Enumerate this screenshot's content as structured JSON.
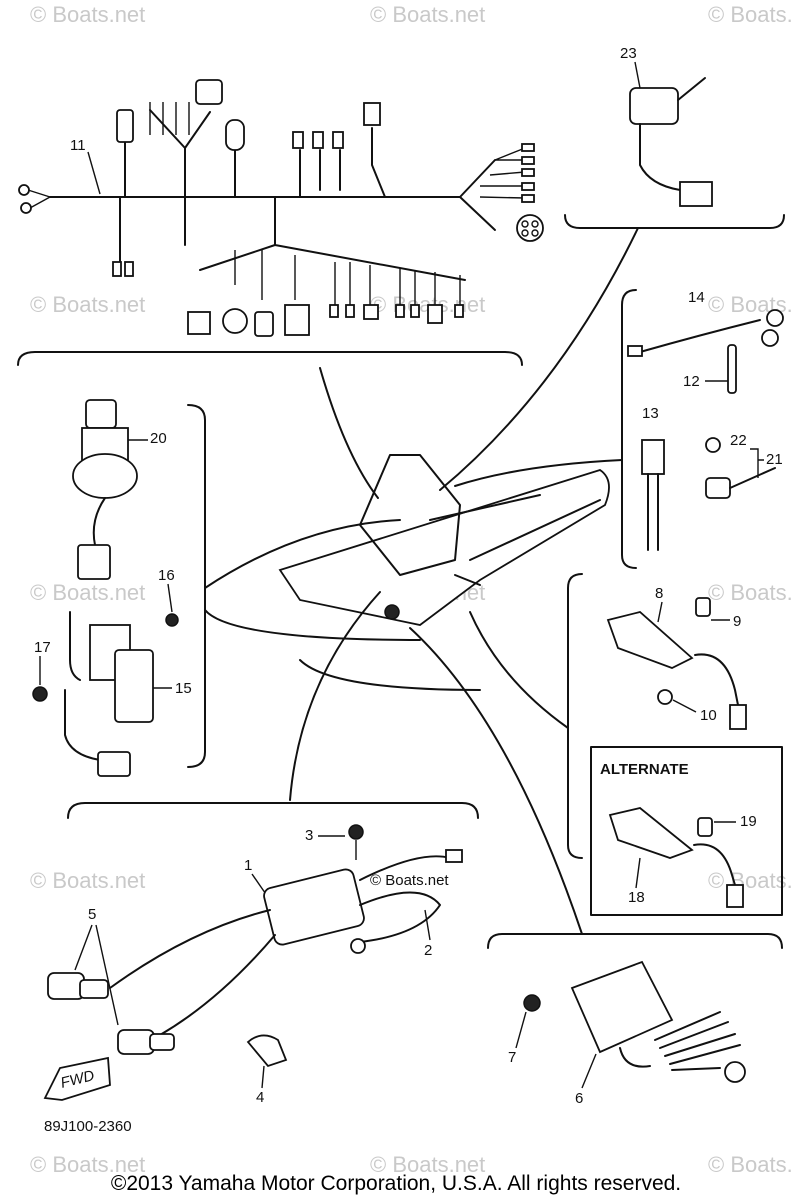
{
  "watermark": "© Boats.net",
  "watermark_center": "© Boats.net",
  "alternate_label": "ALTERNATE",
  "diagram_code": "89J100-2360",
  "fwd_label": "FWD",
  "copyright": "©2013 Yamaha Motor Corporation, U.S.A. All rights reserved.",
  "callouts": {
    "c1": "1",
    "c2": "2",
    "c3": "3",
    "c4": "4",
    "c5": "5",
    "c6": "6",
    "c7": "7",
    "c8": "8",
    "c9": "9",
    "c10": "10",
    "c11": "11",
    "c12": "12",
    "c13": "13",
    "c14": "14",
    "c15": "15",
    "c16": "16",
    "c17": "17",
    "c18": "18",
    "c19": "19",
    "c20": "20",
    "c21": "21",
    "c22": "22",
    "c23": "23"
  }
}
